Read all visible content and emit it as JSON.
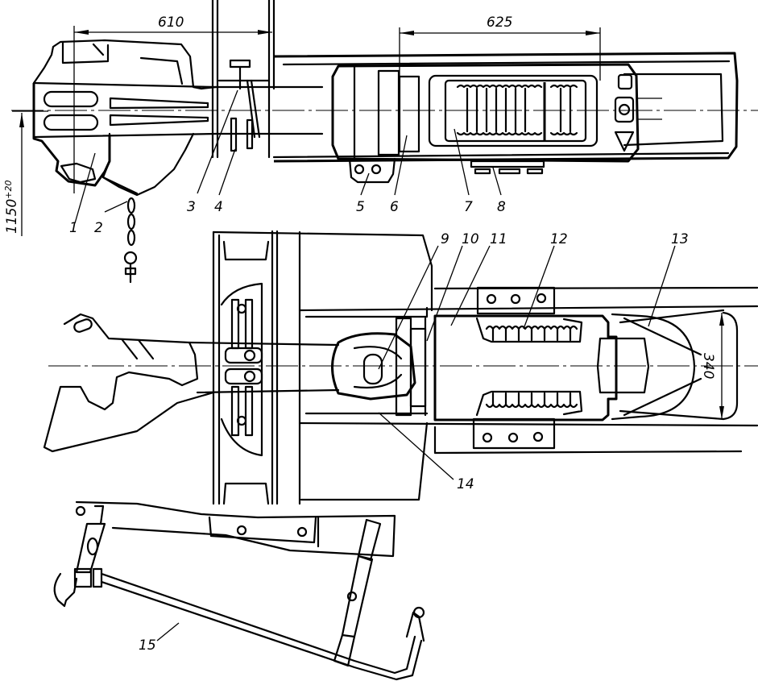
{
  "figure": {
    "type": "technical-line-drawing",
    "subject": "automatic coupler (draft gear) installation on vehicle frame",
    "views": [
      "top-side view",
      "plan view",
      "uncoupling lever linkage"
    ]
  },
  "dimensions": {
    "coupler_overhang": "610",
    "draft_gear_pocket": "625",
    "axis_height": "1150",
    "axis_height_tolerance": "+20",
    "pocket_width": "340"
  },
  "callouts": [
    {
      "id": "1",
      "label": "1"
    },
    {
      "id": "2",
      "label": "2"
    },
    {
      "id": "3",
      "label": "3"
    },
    {
      "id": "4",
      "label": "4"
    },
    {
      "id": "5",
      "label": "5"
    },
    {
      "id": "6",
      "label": "6"
    },
    {
      "id": "7",
      "label": "7"
    },
    {
      "id": "8",
      "label": "8"
    },
    {
      "id": "9",
      "label": "9"
    },
    {
      "id": "10",
      "label": "10"
    },
    {
      "id": "11",
      "label": "11"
    },
    {
      "id": "12",
      "label": "12"
    },
    {
      "id": "13",
      "label": "13"
    },
    {
      "id": "14",
      "label": "14"
    },
    {
      "id": "15",
      "label": "15"
    }
  ]
}
